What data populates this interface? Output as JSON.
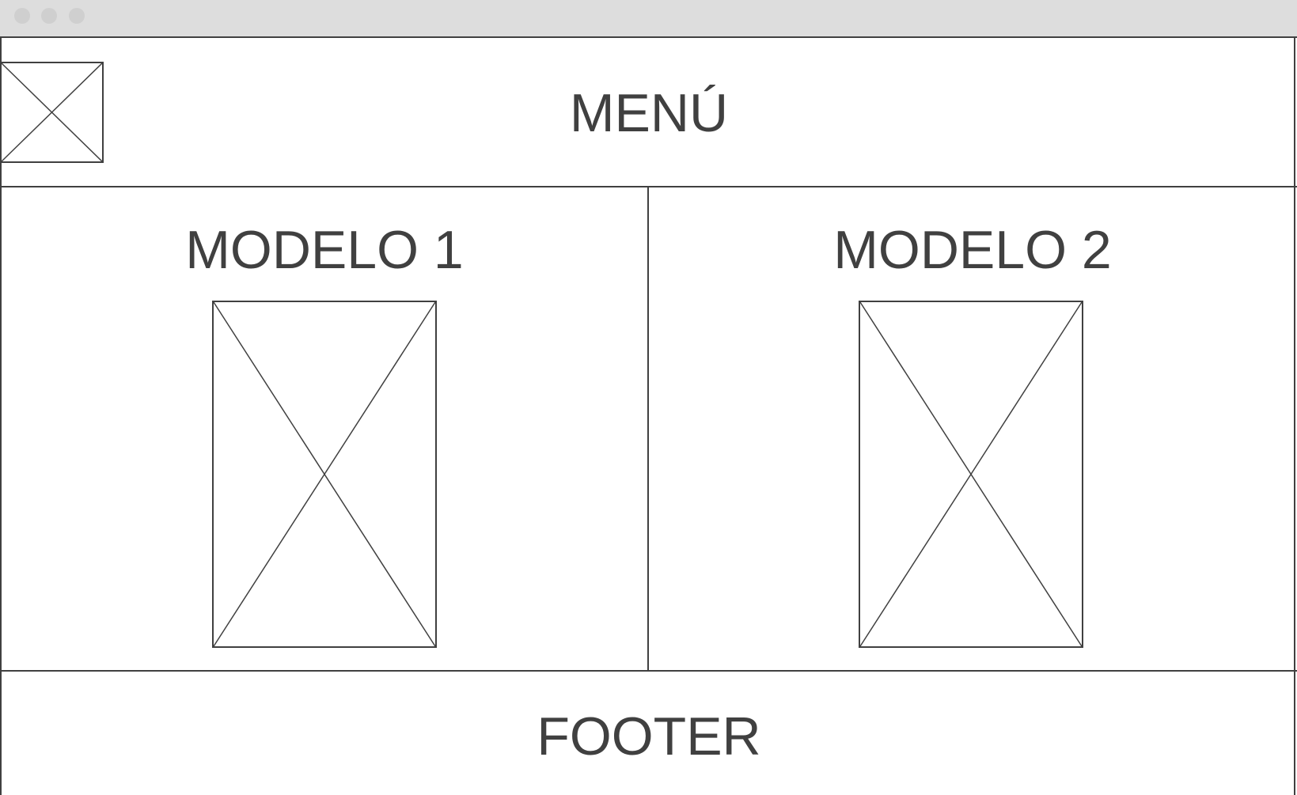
{
  "header": {
    "menu_label": "MENÚ",
    "logo_icon": "image-placeholder-icon"
  },
  "main": {
    "models": [
      {
        "title": "MODELO 1",
        "image_icon": "image-placeholder-icon"
      },
      {
        "title": "MODELO 2",
        "image_icon": "image-placeholder-icon"
      }
    ]
  },
  "footer": {
    "label": "FOOTER"
  },
  "colors": {
    "stroke": "#404040",
    "window_bar": "#dddddd",
    "window_dot": "#cfcfcf",
    "background": "#ffffff"
  }
}
